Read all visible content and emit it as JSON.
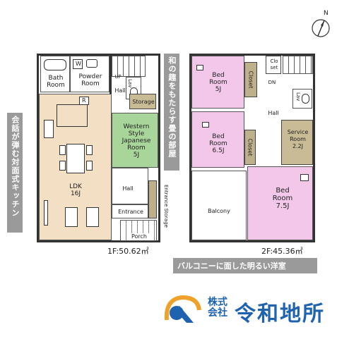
{
  "north_label": "N",
  "floor1": {
    "area_label": "1F:50.62㎡",
    "rooms": {
      "bath": "Bath\nRoom",
      "powder": "Powder\nRoom",
      "w": "W",
      "r": "R",
      "up": "UP",
      "lav": "Lav",
      "hall_top": "Hall",
      "storage": "Storage",
      "western": "Western\nStyle\nJapanese\nRoom\n5J",
      "ldk": "LDK\n16J",
      "hall_bottom": "Hall",
      "entrance": "Entrance",
      "entrance_storage": "Entrance Storage",
      "porch": "Porch"
    }
  },
  "floor2": {
    "area_label": "2F:45.36㎡",
    "rooms": {
      "bed1": "Bed\nRoom\n5J",
      "closet1": "Closet",
      "closet_small": "Clo\nset",
      "dn": "DN",
      "lav": "Lav",
      "hall": "Hall",
      "bed2": "Bed\nRoom\n6.5J",
      "closet2": "Closet",
      "service": "Service\nRoom\n2.2J",
      "bed3": "Bed\nRoom\n7.5J",
      "balcony": "Balcony"
    }
  },
  "captions": {
    "left_vertical": "会話が弾む対面式キッチン",
    "middle_vertical": "和の趣をもたらす畳の部屋",
    "bottom_right": "バルコニーに面した明るい洋室"
  },
  "company": {
    "prefix_top": "株式",
    "prefix_bottom": "会社",
    "name": "令和地所"
  },
  "colors": {
    "ldk": "#f3dfc4",
    "tatami": "#a8d59a",
    "bedroom": "#f2c7ea",
    "closet": "#bdb08a",
    "caption_bg": "#9a9a9a",
    "logo_blue": "#1f63b0",
    "logo_orange": "#f0a12a"
  }
}
